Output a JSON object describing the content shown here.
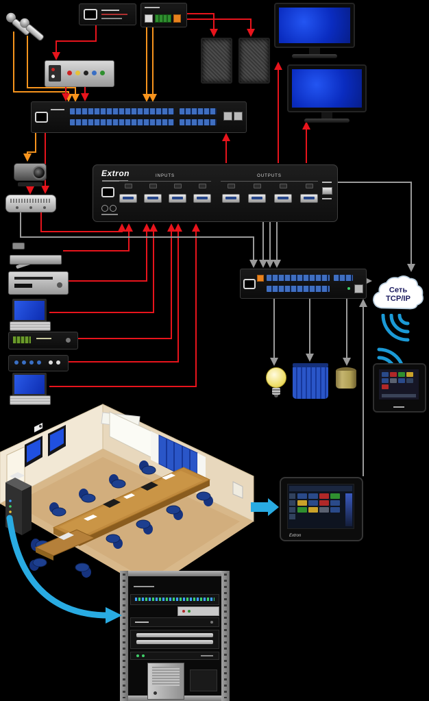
{
  "matrix": {
    "brand": "Extron",
    "inputs_label": "INPUTS",
    "outputs_label": "OUTPUTS"
  },
  "cloud": {
    "line1": "Сеть",
    "line2": "TCP/IP"
  },
  "touch_panel_large": {
    "brand": "Extron"
  },
  "colors": {
    "background": "#000000",
    "line_orange": "#f7941d",
    "line_red": "#e8141c",
    "line_gray": "#9b9b9b",
    "arrow_blue": "#29abe2",
    "wifi_blue": "#1b9ad6",
    "display_screen_blue": "#0f35cf",
    "terminal_block_blue": "#3f6ec0",
    "room_wall": "#f2e8d5",
    "room_floor": "#d8b88a",
    "table_wood": "#c08a3e",
    "chair_blue": "#1d3f8f",
    "cloud_text": "#1a1a5e"
  },
  "devices": [
    {
      "id": "microphone-1",
      "type": "wireless-microphone"
    },
    {
      "id": "microphone-2",
      "type": "wireless-microphone"
    },
    {
      "id": "power-amplifier",
      "type": "power-device"
    },
    {
      "id": "audio-amplifier",
      "type": "amplifier-with-terminals"
    },
    {
      "id": "speaker-left",
      "type": "speaker"
    },
    {
      "id": "speaker-right",
      "type": "speaker"
    },
    {
      "id": "display-1",
      "type": "flat-panel-display"
    },
    {
      "id": "display-2",
      "type": "flat-panel-display"
    },
    {
      "id": "audio-interface",
      "type": "audio-interface"
    },
    {
      "id": "audio-dsp-main",
      "type": "dsp-processor"
    },
    {
      "id": "ptz-camera",
      "type": "ptz-camera"
    },
    {
      "id": "conference-speakerphone",
      "type": "speakerphone"
    },
    {
      "id": "matrix-switcher",
      "type": "matrix-switcher"
    },
    {
      "id": "document-camera",
      "type": "document-camera"
    },
    {
      "id": "media-player",
      "type": "disc-player"
    },
    {
      "id": "laptop-1",
      "type": "laptop"
    },
    {
      "id": "rack-source",
      "type": "av-source"
    },
    {
      "id": "compact-switcher",
      "type": "switcher"
    },
    {
      "id": "laptop-2",
      "type": "laptop"
    },
    {
      "id": "control-processor",
      "type": "control-processor-with-terminals"
    },
    {
      "id": "network-cloud",
      "type": "tcp-ip-network"
    },
    {
      "id": "wifi-signal-1",
      "type": "wireless-signal"
    },
    {
      "id": "wifi-signal-2",
      "type": "wireless-signal"
    },
    {
      "id": "touch-panel-small",
      "type": "touch-panel"
    },
    {
      "id": "lighting",
      "type": "light-bulb"
    },
    {
      "id": "window-blinds",
      "type": "motorized-blinds"
    },
    {
      "id": "screen-motor",
      "type": "projection-screen-control"
    },
    {
      "id": "conference-room",
      "type": "isometric-room-illustration"
    },
    {
      "id": "touch-panel-large",
      "type": "touch-panel"
    },
    {
      "id": "equipment-rack",
      "type": "equipment-rack"
    }
  ]
}
